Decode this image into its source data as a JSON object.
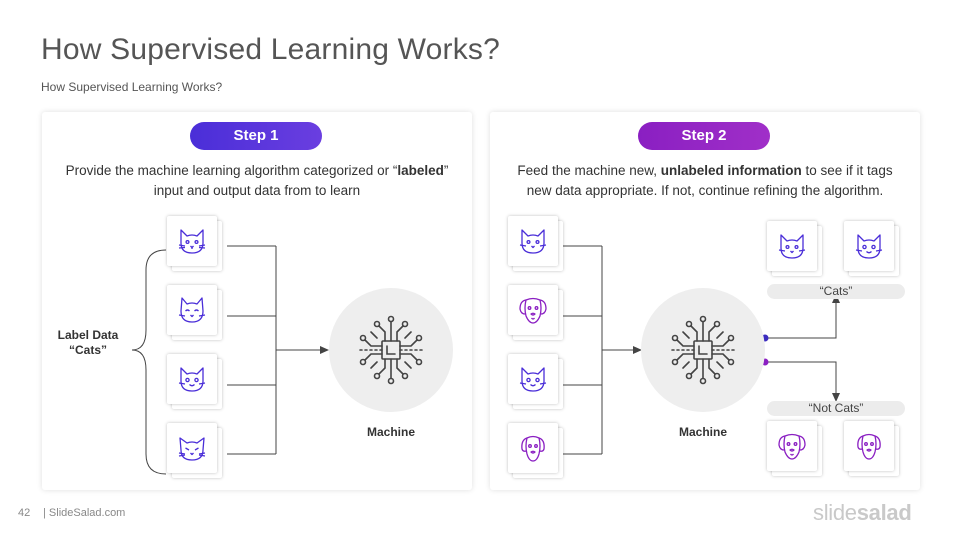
{
  "slide": {
    "title": "How Supervised Learning Works?",
    "subtitle": "How Supervised  Learning  Works?"
  },
  "step1": {
    "label": "Step 1",
    "desc_line1_pre": "Provide the machine learning algorithm categorized or “",
    "desc_line1_bold": "labeled",
    "desc_line1_post": "”",
    "desc_line2": "input and output data from to learn",
    "group_label_line1": "Label Data",
    "group_label_line2": "“Cats”",
    "machine_label": "Machine",
    "inputs": [
      "cat-icon",
      "cat-icon",
      "cat-icon",
      "cat-icon"
    ]
  },
  "step2": {
    "label": "Step 2",
    "desc_line1_pre": "Feed the machine new, ",
    "desc_line1_bold": "unlabeled information",
    "desc_line1_post": " to see  if it tags",
    "desc_line2": "new data appropriate. If not, continue refining the algorithm.",
    "machine_label": "Machine",
    "inputs": [
      "cat-icon",
      "dog-icon",
      "cat-icon",
      "dog-icon"
    ],
    "output_cats_tag": "“Cats”",
    "output_not_cats_tag": "“Not Cats”",
    "output_cats": [
      "cat-icon",
      "cat-icon"
    ],
    "output_not_cats": [
      "dog-icon",
      "dog-icon"
    ]
  },
  "footer": {
    "page_number": "42",
    "site": "|  SlideSalad.com",
    "brand_light": "slide",
    "brand_bold": "salad"
  },
  "colors": {
    "step1": "#4a2ed8",
    "step2": "#8a1fc2",
    "dot_blue": "#3b2bbf",
    "dot_purple": "#8a1fc2"
  }
}
